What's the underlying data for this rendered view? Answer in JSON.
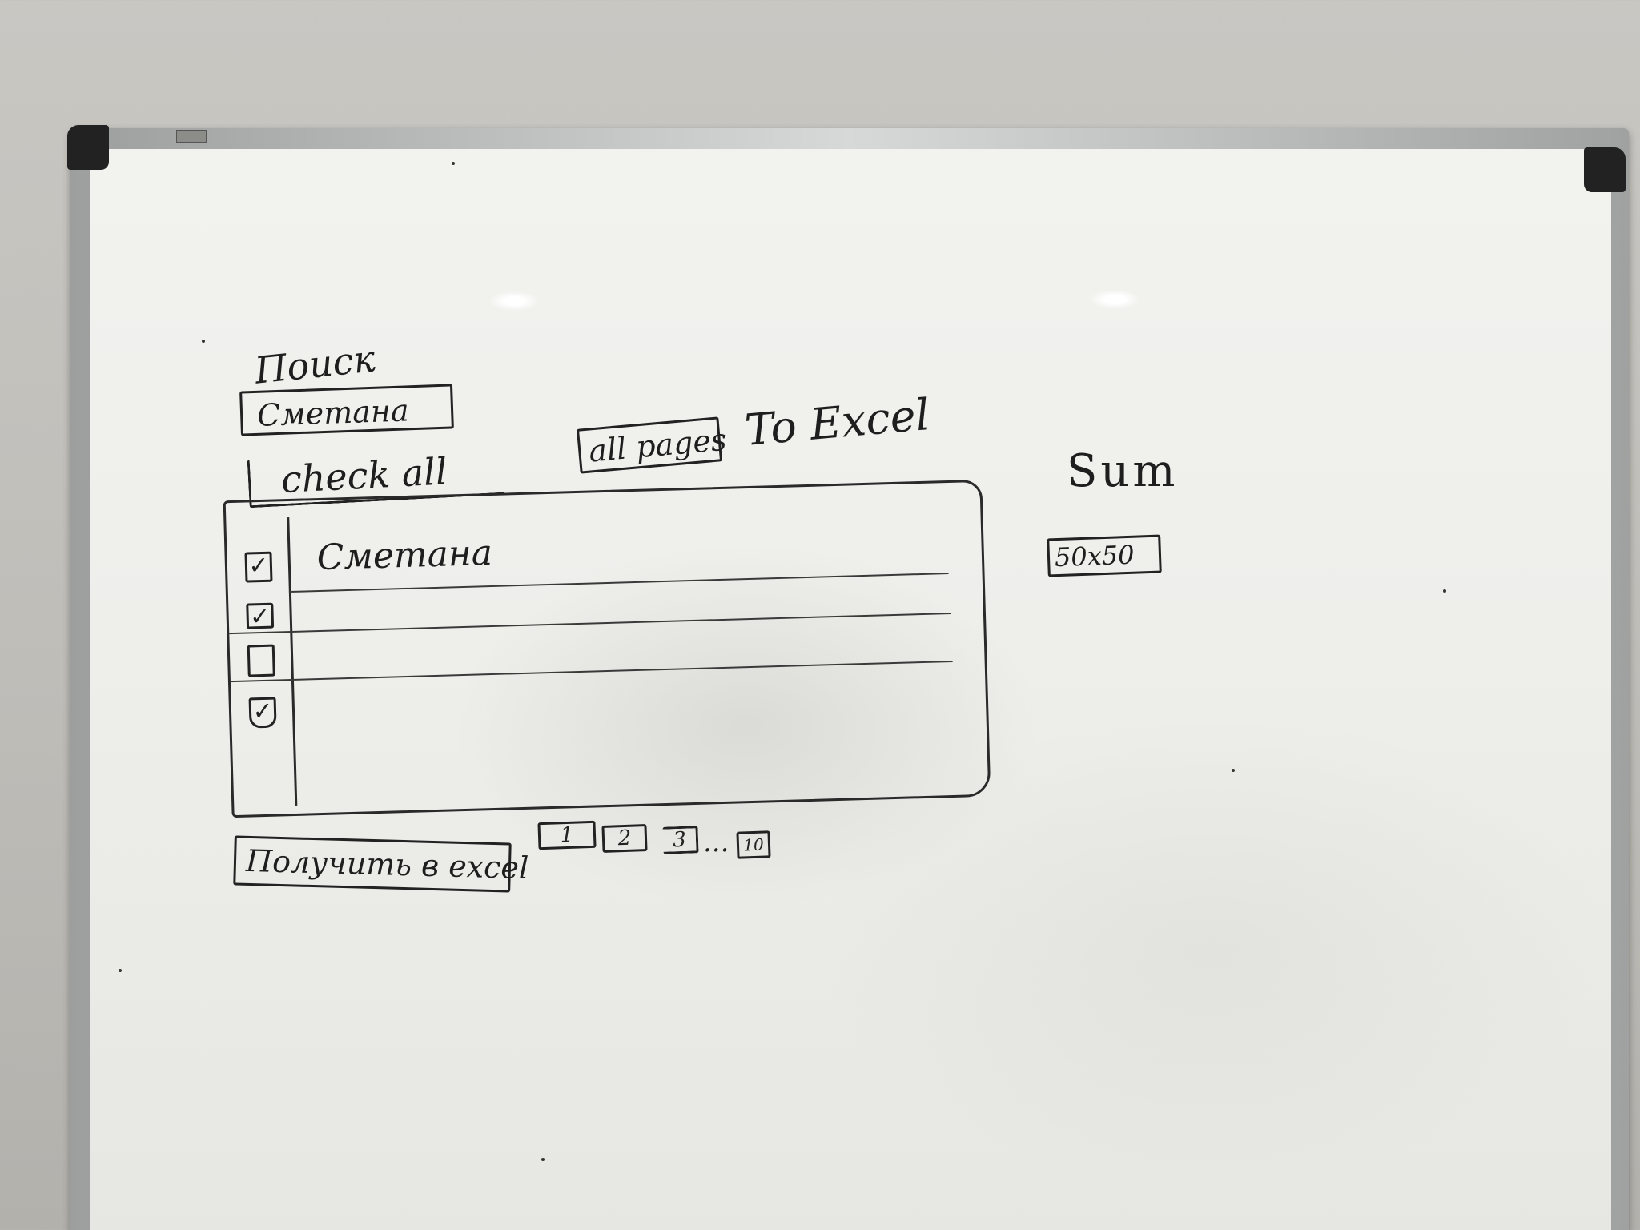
{
  "whiteboard": {
    "search_label": "Поиск",
    "search_input_value": "Сметана",
    "check_all_label": "check all",
    "all_pages_label": "all pages",
    "to_excel_label": "To Excel",
    "table": {
      "rows": [
        {
          "checked": true,
          "text": "Сметана"
        },
        {
          "checked": true,
          "text": ""
        },
        {
          "checked": false,
          "text": ""
        },
        {
          "checked": true,
          "text": ""
        }
      ]
    },
    "pagination": {
      "pages": [
        "1",
        "2",
        "3"
      ],
      "ellipsis": "...",
      "last_page": "10"
    },
    "export_button_label": "Получить в excel",
    "sum_label": "Sum",
    "size_box_value": "50x50"
  },
  "icons": {
    "checkmark": "check-icon"
  }
}
